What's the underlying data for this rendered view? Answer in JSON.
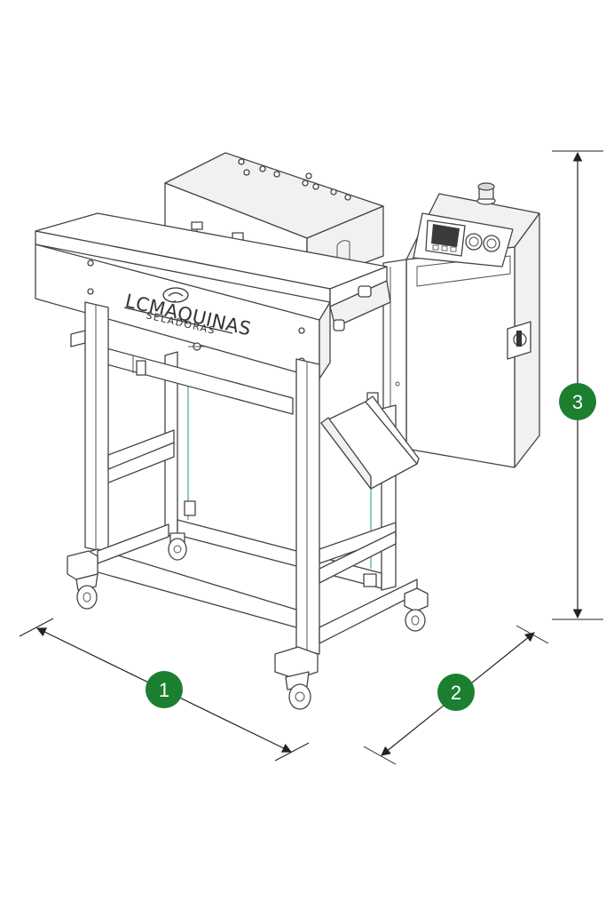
{
  "machine": {
    "brand": "LCMÁQUINAS",
    "tagline": "SELADORAS"
  },
  "dimensions": [
    {
      "label": "1"
    },
    {
      "label": "2"
    },
    {
      "label": "3"
    }
  ],
  "colors": {
    "badge": "#1b7f2f",
    "line": "#444444",
    "dimension_line": "#222222",
    "display": "#3a3a3a"
  }
}
